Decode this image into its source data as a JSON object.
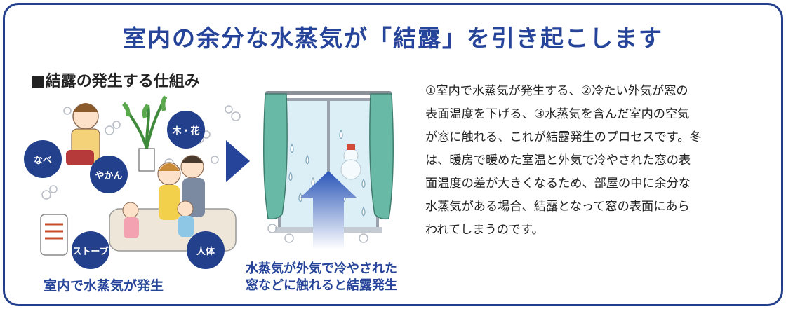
{
  "title": "室内の余分な水蒸気が「結露」を引き起こします",
  "subhead": "■結露の発生する仕組み",
  "badges": {
    "pot": "なべ",
    "kettle": "やかん",
    "plant": "木・花",
    "stove": "ストーブ",
    "person": "人体"
  },
  "captions": {
    "left": "室内で水蒸気が発生",
    "mid_line1": "水蒸気が外気で冷やされた",
    "mid_line2": "窓などに触れると結露発生"
  },
  "body_lines": [
    "①室内で水蒸気が発生する、②冷たい外気が窓の",
    "表面温度を下げる、③水蒸気を含んだ室内の空気",
    "が窓に触れる、これが結露発生のプロセスです。冬",
    "は、暖房で暖めた室温と外気で冷やされた窓の表",
    "面温度の差が大きくなるため、部屋の中に余分な",
    "水蒸気がある場合、結露となって窓の表面にあら",
    "われてしまうのです。"
  ],
  "colors": {
    "navy": "#26459a",
    "highlight": "#fff36a",
    "curtain": "#68b9a6",
    "window_sky": "#dceef6"
  }
}
